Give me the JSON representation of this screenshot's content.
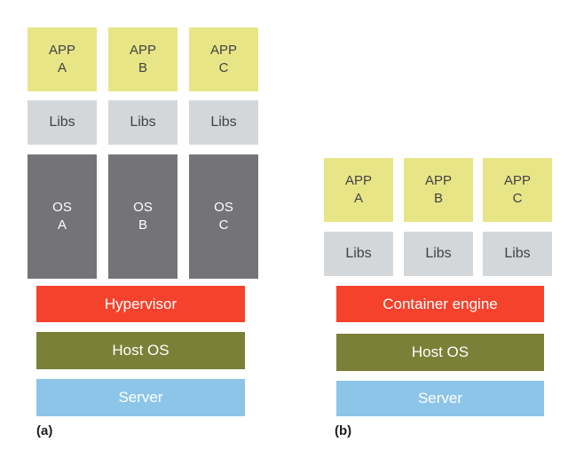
{
  "colors": {
    "app_fill": "#e8e586",
    "libs_fill": "#d4d7da",
    "os_fill": "#747478",
    "engine_fill": "#f5422d",
    "host_os_fill": "#7a8037",
    "server_fill": "#8cc5e8",
    "box_text_dark": "#414246",
    "box_text_light": "#ffffff",
    "caption_text": "#1d1d1d"
  },
  "diagram_a": {
    "caption": "(a)",
    "stacks": [
      {
        "app": "APP\nA",
        "libs": "Libs",
        "os": "OS\nA"
      },
      {
        "app": "APP\nB",
        "libs": "Libs",
        "os": "OS\nB"
      },
      {
        "app": "APP\nC",
        "libs": "Libs",
        "os": "OS\nC"
      }
    ],
    "layers": [
      {
        "label": "Hypervisor"
      },
      {
        "label": "Host OS"
      },
      {
        "label": "Server"
      }
    ]
  },
  "diagram_b": {
    "caption": "(b)",
    "stacks": [
      {
        "app": "APP\nA",
        "libs": "Libs"
      },
      {
        "app": "APP\nB",
        "libs": "Libs"
      },
      {
        "app": "APP\nC",
        "libs": "Libs"
      }
    ],
    "layers": [
      {
        "label": "Container engine"
      },
      {
        "label": "Host OS"
      },
      {
        "label": "Server"
      }
    ]
  }
}
